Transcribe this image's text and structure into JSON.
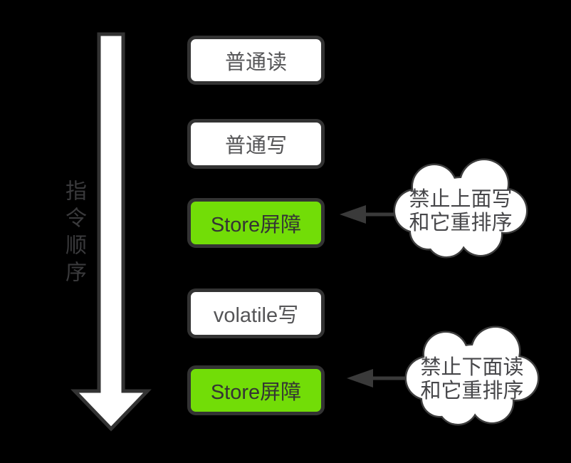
{
  "colors": {
    "bg": "#000000",
    "box-border": "#333333",
    "box-bg": "#ffffff",
    "barrier-green": "#72dd07",
    "box-text": "#555557",
    "barrier-text": "#343434",
    "order-arrow-fill": "#ffffff",
    "order-arrow-border": "#333333",
    "order-label-color": "#3a3a3c",
    "callout-arrow": "#3a3a3a",
    "cloud-border": "#3d3d3d",
    "cloud-bg": "#ffffff",
    "cloud-text": "#47474a"
  },
  "order_label": {
    "text": "指令顺序"
  },
  "boxes": [
    {
      "label": "普通读",
      "type": "normal"
    },
    {
      "label": "普通写",
      "type": "normal"
    },
    {
      "label": "Store屏障",
      "type": "barrier"
    },
    {
      "label": "volatile写",
      "type": "normal"
    },
    {
      "label": "Store屏障",
      "type": "barrier"
    }
  ],
  "callouts": [
    {
      "line1": "禁止上面写",
      "line2": "和它重排序"
    },
    {
      "line1": "禁止下面读",
      "line2": "和它重排序"
    }
  ]
}
